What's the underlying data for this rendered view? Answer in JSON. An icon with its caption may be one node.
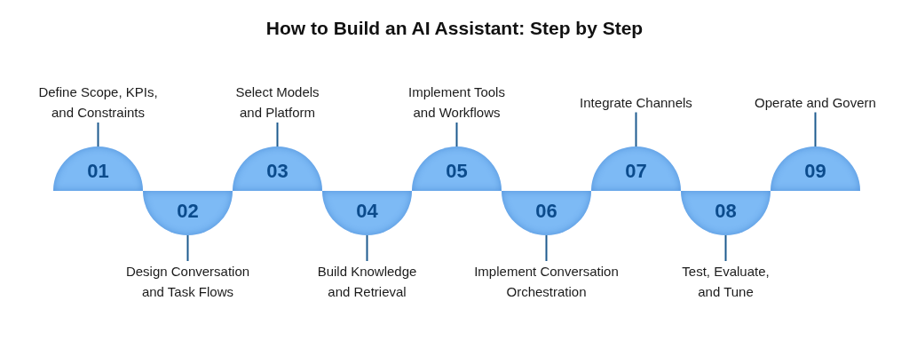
{
  "diagram": {
    "title": "How to Build an AI Assistant: Step by Step",
    "nodes": [
      {
        "text": [
          "Define Scope, KPIs, and Constraints"
        ]
      },
      {
        "text": [
          "01"
        ]
      },
      {
        "text": [
          "Design Conversation and Task Flows"
        ]
      },
      {
        "text": [
          "02"
        ]
      },
      {
        "text": [
          "Select Models and Platform"
        ]
      },
      {
        "text": [
          "03"
        ]
      },
      {
        "text": [
          "Build Knowledge and Retrieval"
        ]
      },
      {
        "text": [
          "04"
        ]
      },
      {
        "text": [
          "Implement Tools and Workflows"
        ]
      },
      {
        "text": [
          "05"
        ]
      },
      {
        "text": [
          "Implement Conversation Orchestration"
        ]
      },
      {
        "text": [
          "06"
        ]
      },
      {
        "text": [
          "Integrate Channels"
        ]
      },
      {
        "text": [
          "07"
        ]
      },
      {
        "text": [
          "Test, Evaluate, and Tune"
        ]
      },
      {
        "text": [
          "08"
        ]
      },
      {
        "text": [
          "Operate and Govern"
        ]
      },
      {
        "text": [
          "09"
        ]
      }
    ],
    "edges": [
      {
        "from": 0,
        "to": 1,
        "arrow": "none"
      },
      {
        "from": 2,
        "to": 3,
        "arrow": "none"
      },
      {
        "from": 4,
        "to": 5,
        "arrow": "none"
      },
      {
        "from": 6,
        "to": 7,
        "arrow": "none"
      },
      {
        "from": 8,
        "to": 9,
        "arrow": "none"
      },
      {
        "from": 10,
        "to": 11,
        "arrow": "none"
      },
      {
        "from": 12,
        "to": 13,
        "arrow": "none"
      },
      {
        "from": 14,
        "to": 15,
        "arrow": "none"
      },
      {
        "from": 16,
        "to": 17,
        "arrow": "none"
      }
    ]
  }
}
